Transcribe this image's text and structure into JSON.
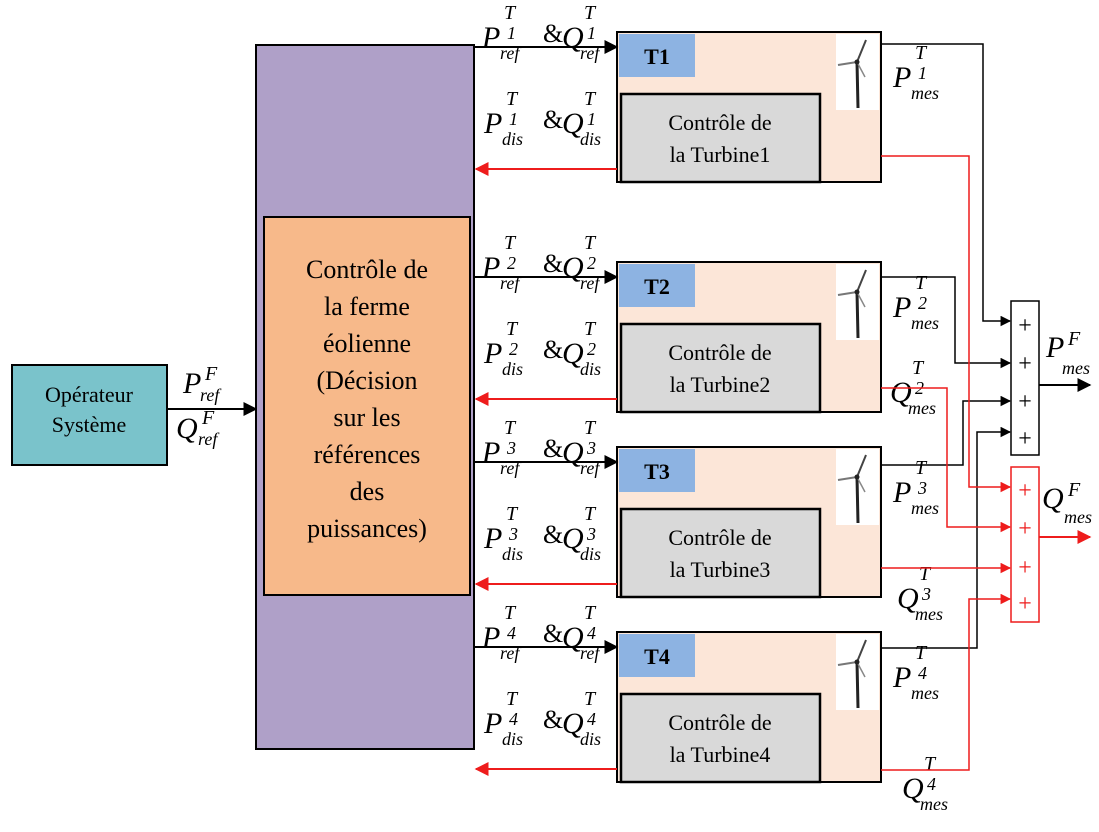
{
  "operator": {
    "line1": "Opérateur",
    "line2": "Système"
  },
  "farm_control": {
    "lines": [
      "Contrôle de",
      "la ferme",
      "éolienne",
      "(Décision",
      "sur les",
      "références",
      "des",
      "puissances)"
    ]
  },
  "turbines": [
    {
      "tag": "T1",
      "ctrl_line1": "Contrôle de",
      "ctrl_line2": "la Turbine1",
      "idx": "1"
    },
    {
      "tag": "T2",
      "ctrl_line1": "Contrôle de",
      "ctrl_line2": "la Turbine2",
      "idx": "2"
    },
    {
      "tag": "T3",
      "ctrl_line1": "Contrôle de",
      "ctrl_line2": "la Turbine3",
      "idx": "3"
    },
    {
      "tag": "T4",
      "ctrl_line1": "Contrôle de",
      "ctrl_line2": "la Turbine4",
      "idx": "4"
    }
  ],
  "symbols": {
    "P": "P",
    "Q": "Q",
    "T": "T",
    "F": "F",
    "ref": "ref",
    "dis": "dis",
    "mes": "mes",
    "amp": "&",
    "plus": "+"
  },
  "colors": {
    "operator_fill": "#7ac3cb",
    "farm_outer_fill": "#afa0c8",
    "farm_inner_fill": "#f7b98a",
    "turbine_fill": "#fce6d8",
    "tag_fill": "#8db3e2",
    "ctrl_fill": "#d9d9d9",
    "red": "#ee1c1c"
  }
}
